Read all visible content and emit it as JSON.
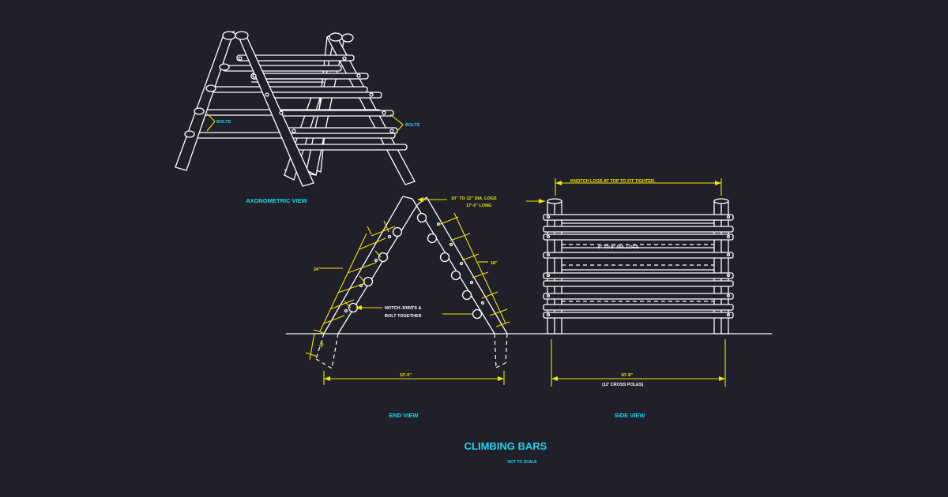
{
  "title": "CLIMBING BARS",
  "subtitle": "NOT TO SCALE",
  "views": {
    "axonometric": "AXONOMETRIC VIEW",
    "end": "END VIEW",
    "side": "SIDE VIEW"
  },
  "labels": {
    "bolts_left": "BOLTS",
    "bolts_right": "BOLTS",
    "log_dia_line1": "10\" TO 12\" DIA. LOGS",
    "log_dia_line2": "17'-0\" LONG",
    "notch_line1": "NOTCH JOINTS &",
    "notch_line2": "BOLT TOGETHER",
    "spacing_left": "24\"",
    "spacing_right": "18\"",
    "embed": "36\"",
    "end_width": "12'-0\"",
    "knotch_note": "KNOTCH LOGS AT TOP TO FIT TIGHTER.",
    "cross_dia": "6\" TO 8\" DIA. LOGS",
    "side_width": "10'-8\"",
    "cross_poles": "(12' CROSS POLES)"
  },
  "colors": {
    "background": "#1f2029",
    "lines": "#ffffff",
    "dimensions": "#f2e600",
    "titles": "#22d3ee"
  }
}
